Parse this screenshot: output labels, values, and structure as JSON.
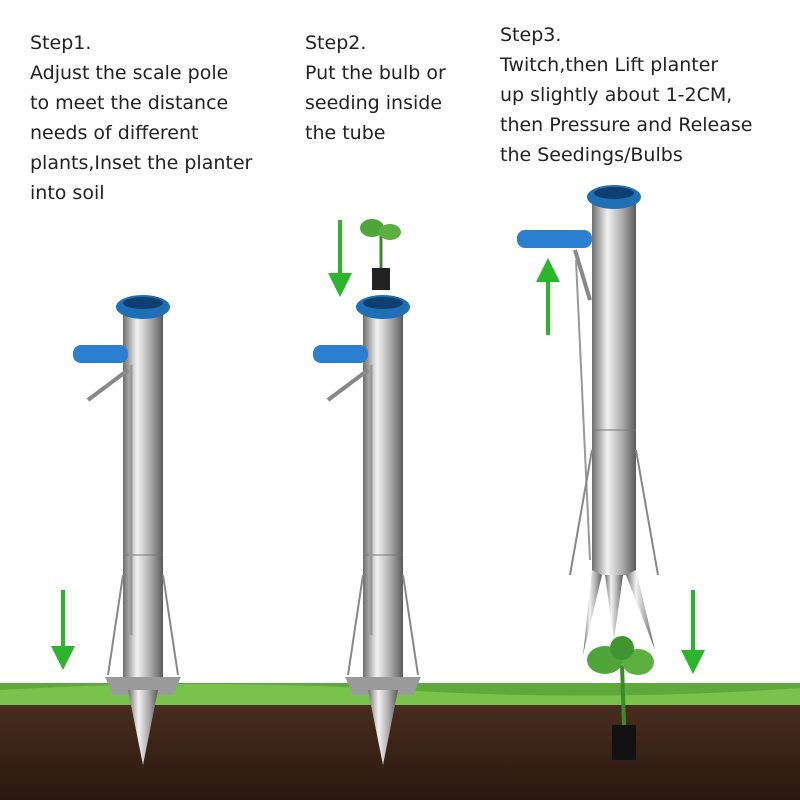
{
  "steps": [
    {
      "title": "Step1.",
      "text": "Adjust the scale pole\nto meet the distance\nneeds of different\nplants,Inset the planter\ninto soil"
    },
    {
      "title": "Step2.",
      "text": "Put the bulb or\nseeding inside\nthe tube"
    },
    {
      "title": "Step3.",
      "text": "Twitch,then Lift planter\n up slightly about 1-2CM,\nthen Pressure and Release\n the Seedings/Bulbs"
    }
  ],
  "colors": {
    "arrow": "#2bb52b",
    "cap": "#1f6fb5",
    "grass": "#5fa83a",
    "soil": "#3a2418",
    "steel": "#b8b8b8"
  }
}
